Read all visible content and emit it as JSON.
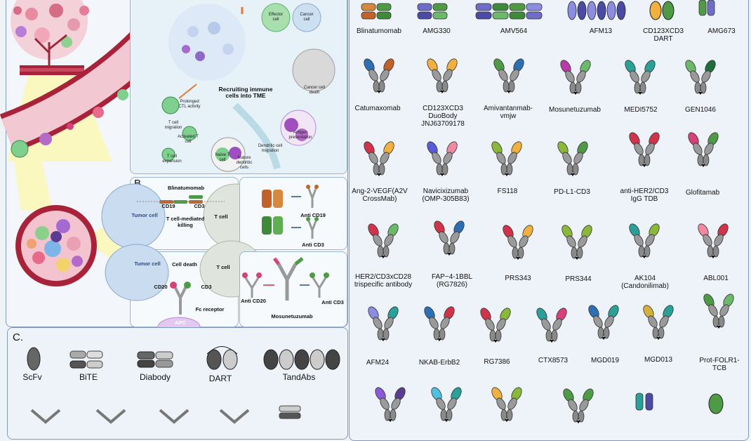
{
  "panel_labels": {
    "b": "B.",
    "c": "C."
  },
  "tme": {
    "title": "Recruiting immune cells into TME",
    "effector_cell": "Effector cell",
    "cancer_cell": "Cancer cell",
    "cancer_cell_death": "Cancer cell death",
    "antigen_presentation": "Antigen presentation",
    "dendritic_cell_migration": "Dendritic cell migration",
    "mature_dendritic_cells": "Mature dendritic cells",
    "naive_t_cell": "Naïve T cell",
    "activated_t_cell": "Activated T cell",
    "t_cell_expansion": "T cell expansion",
    "t_cell_migration": "T cell migration",
    "prolonged_ctl": "Prolonged CTL activity"
  },
  "mech1": {
    "drug": "Blinatumomab",
    "cd19": "CD19",
    "cd3": "CD3",
    "tumor_cell": "Tumor cell",
    "t_cell": "T cell",
    "killing": "T cell-mediated killing"
  },
  "mech2": {
    "anti_cd19": "Anti CD19",
    "anti_cd3": "Anti CD3"
  },
  "mech3": {
    "tumor_cell": "Tumor cell",
    "t_cell": "T cell",
    "cell_death": "Cell death",
    "cd20": "CD20",
    "cd3": "CD3",
    "fc_receptor": "Fc receptor",
    "apc": "APC"
  },
  "mech4": {
    "anti_cd20": "Anti CD20",
    "anti_cd3": "Anti CD3",
    "drug": "Mosunetuzumab"
  },
  "formats": [
    "ScFv",
    "BiTE",
    "Diabody",
    "DART",
    "TandAbs"
  ],
  "drugs": {
    "row1": [
      "Blinatumomab",
      "AMG330",
      "AMV564",
      "AFM13",
      "CD123XCD3 DART",
      "AMG673"
    ],
    "row2": [
      "Catumaxomab",
      "CD123XCD3 DuoBody JNJ63709178",
      "Amivantanmab-vmjw",
      "Mosunetuzumab",
      "MEDI5752",
      "GEN1046"
    ],
    "row3": [
      "Ang-2-VEGF(A2V CrossMab)",
      "Navicixizumab (OMP-305B83)",
      "FS118",
      "PD-L1-CD3",
      "anti-HER2/CD3 IgG TDB",
      "Glofitamab"
    ],
    "row4": [
      "HER2/CD3xCD28 trispecific antibody",
      "FAP−4-1BBL (RG7826)",
      "PRS343",
      "PRS344",
      "AK104 (Candonilimab)",
      "ABL001"
    ],
    "row5": [
      "AFM24",
      "NKAB-ErbB2",
      "RG7386",
      "CTX8573",
      "MGD019",
      "MGD013",
      "Prot-FOLR1-TCB"
    ]
  },
  "colors": {
    "vessel": "#a8233a",
    "vessel_inner": "#f2c9d2",
    "antibody_gray": "#9a9a9a",
    "panel_border": "#7f9bc4"
  }
}
